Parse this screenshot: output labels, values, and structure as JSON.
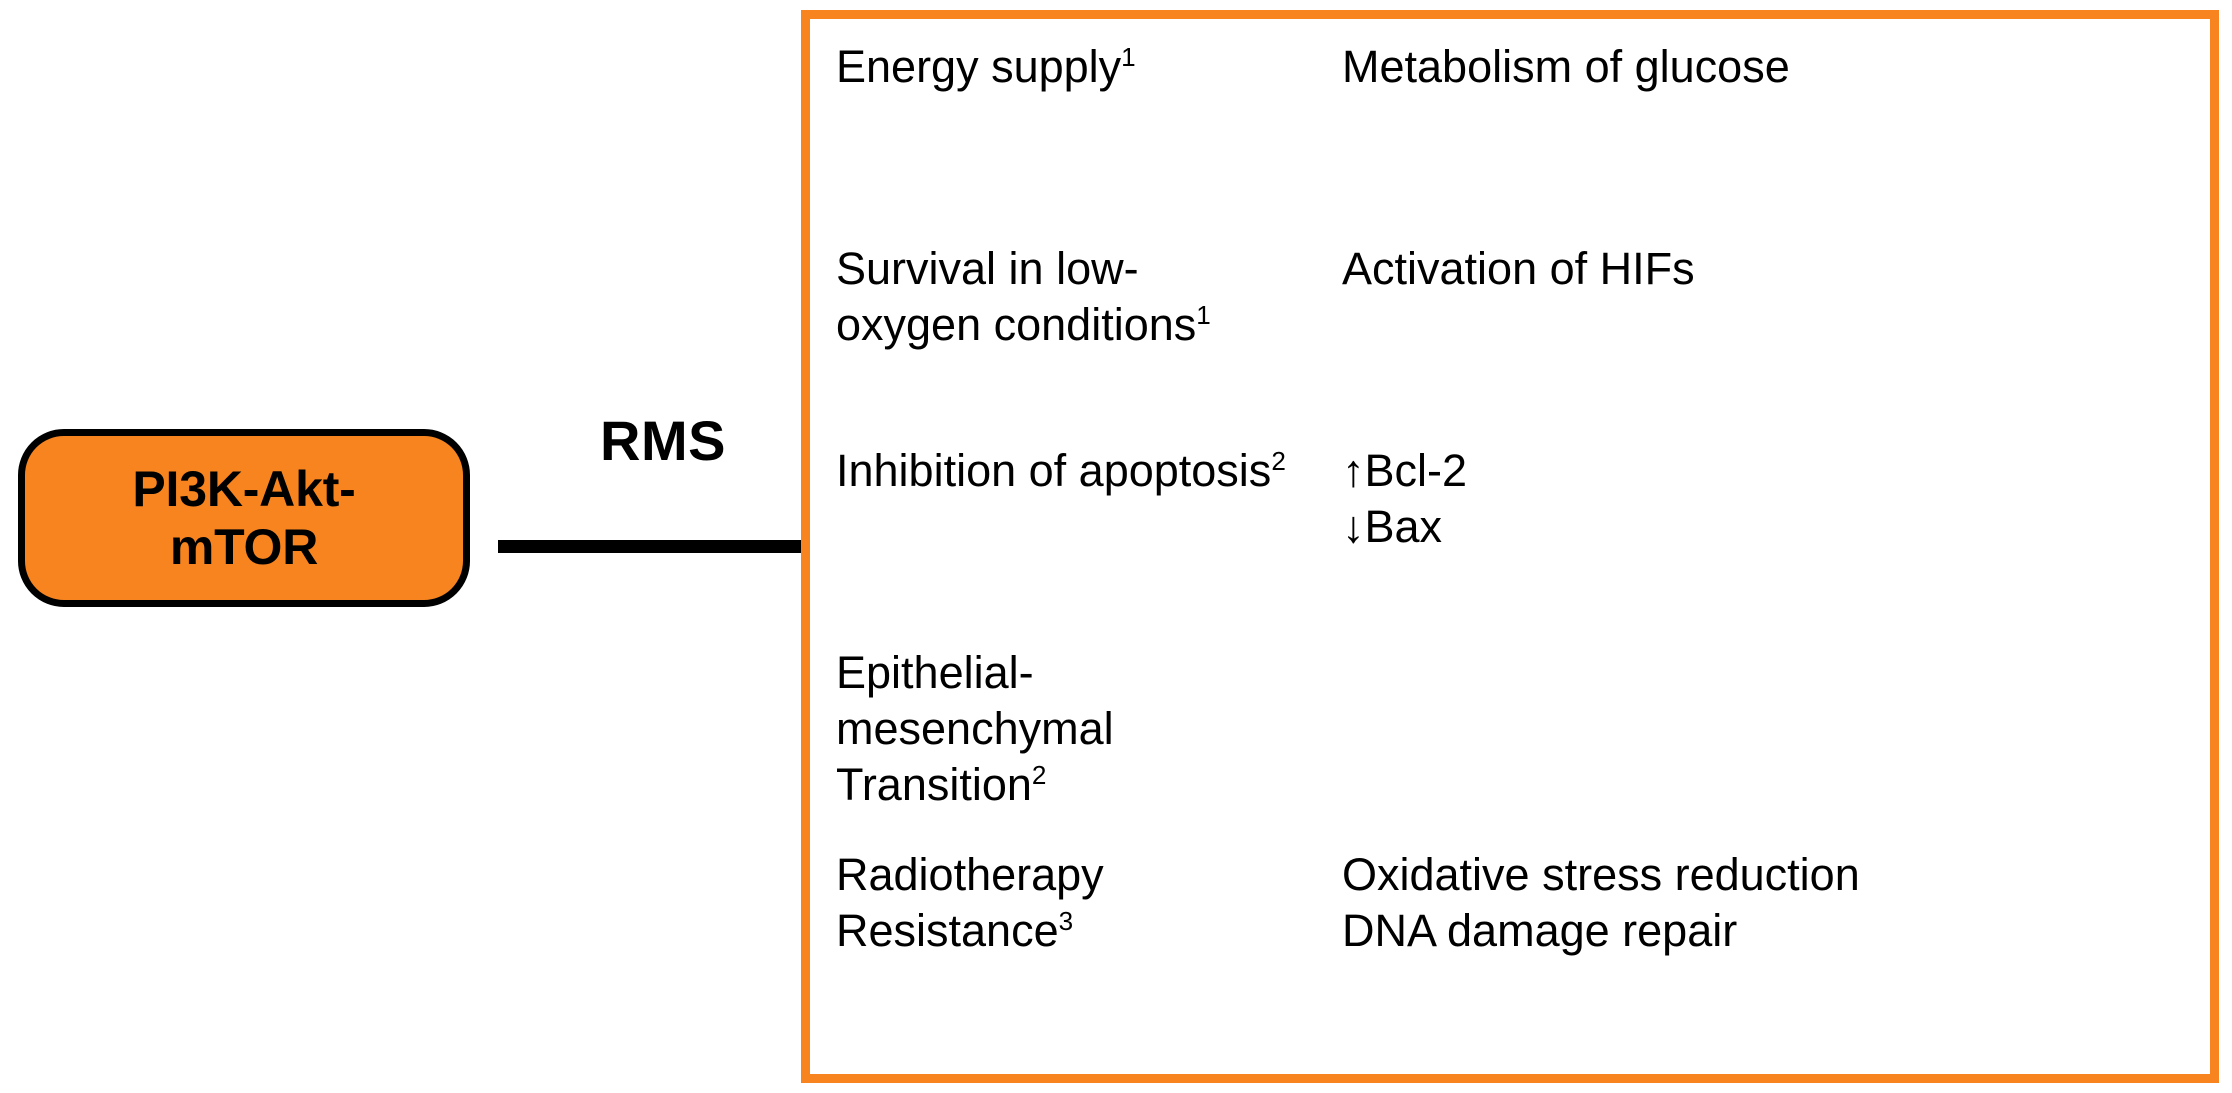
{
  "pathway": {
    "label": "PI3K-Akt-\nmTOR",
    "fill_color": "#F7841F",
    "border_color": "#000000"
  },
  "arrow": {
    "label": "RMS",
    "color": "#000000",
    "direction": "right"
  },
  "panel": {
    "border_color": "#F7841F",
    "column_headers": [
      "",
      ""
    ],
    "rows": [
      {
        "effect": "Energy supply",
        "effect_ref": "1",
        "mechanism_lines": [
          "Metabolism of glucose"
        ]
      },
      {
        "effect": "Survival in low-\noxygen conditions",
        "effect_ref": "1",
        "mechanism_lines": [
          "Activation of HIFs"
        ]
      },
      {
        "effect": "Inhibition of apoptosis",
        "effect_ref": "2",
        "mechanism_lines": [
          "↑Bcl-2",
          "↓Bax"
        ]
      },
      {
        "effect": "Epithelial-mesenchymal\nTransition",
        "effect_ref": "2",
        "mechanism_lines": [
          ""
        ]
      },
      {
        "effect": "Radiotherapy\nResistance",
        "effect_ref": "3",
        "mechanism_lines": [
          "Oxidative stress reduction",
          "DNA damage repair"
        ]
      }
    ]
  }
}
